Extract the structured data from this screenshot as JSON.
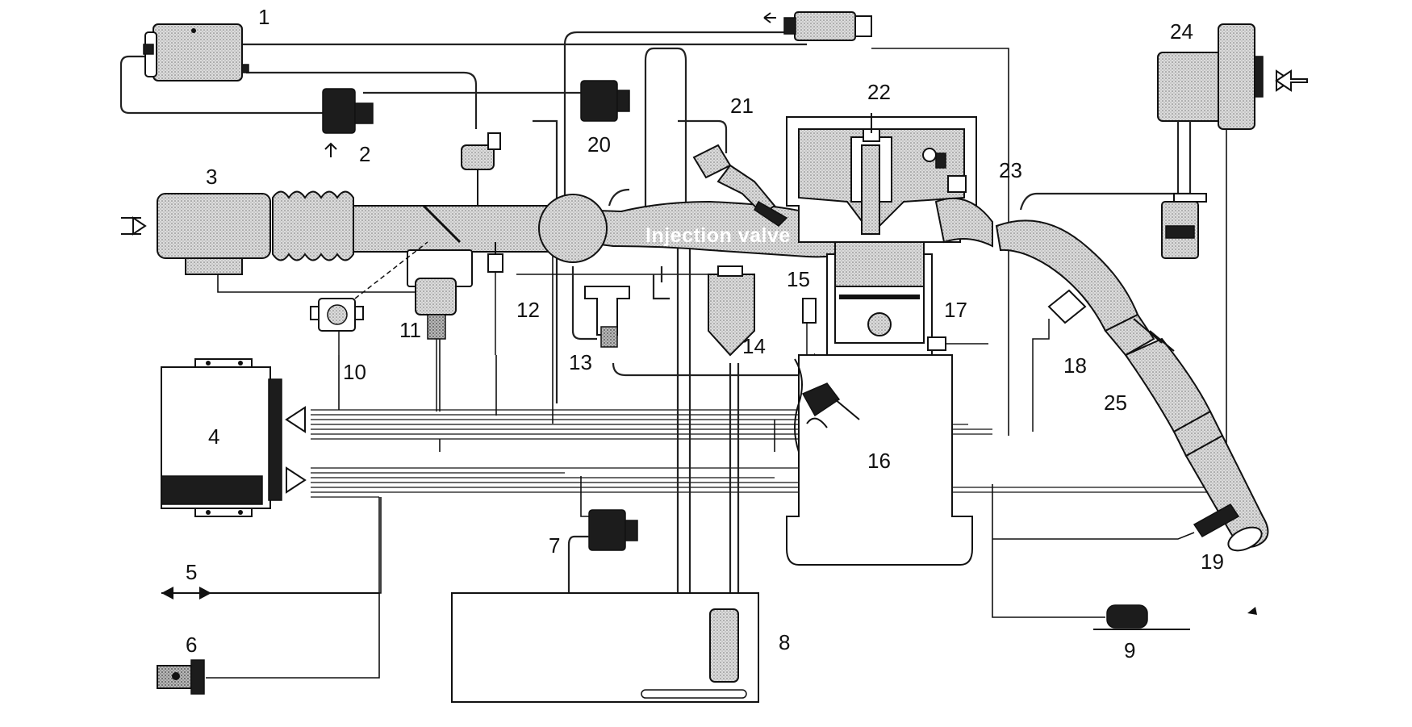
{
  "diagram": {
    "labels": {
      "n1": "1",
      "n2": "2",
      "n3": "3",
      "n4": "4",
      "n5": "5",
      "n6": "6",
      "n7": "7",
      "n8": "8",
      "n9": "9",
      "n10": "10",
      "n11": "11",
      "n12": "12",
      "n13": "13",
      "n14": "14",
      "n15": "15",
      "n16": "16",
      "n17": "17",
      "n18": "18",
      "n19": "19",
      "n20": "20",
      "n21": "21",
      "n22": "22",
      "n23": "23",
      "n24": "24",
      "n25": "25"
    },
    "injection_label": "Injection valve"
  }
}
